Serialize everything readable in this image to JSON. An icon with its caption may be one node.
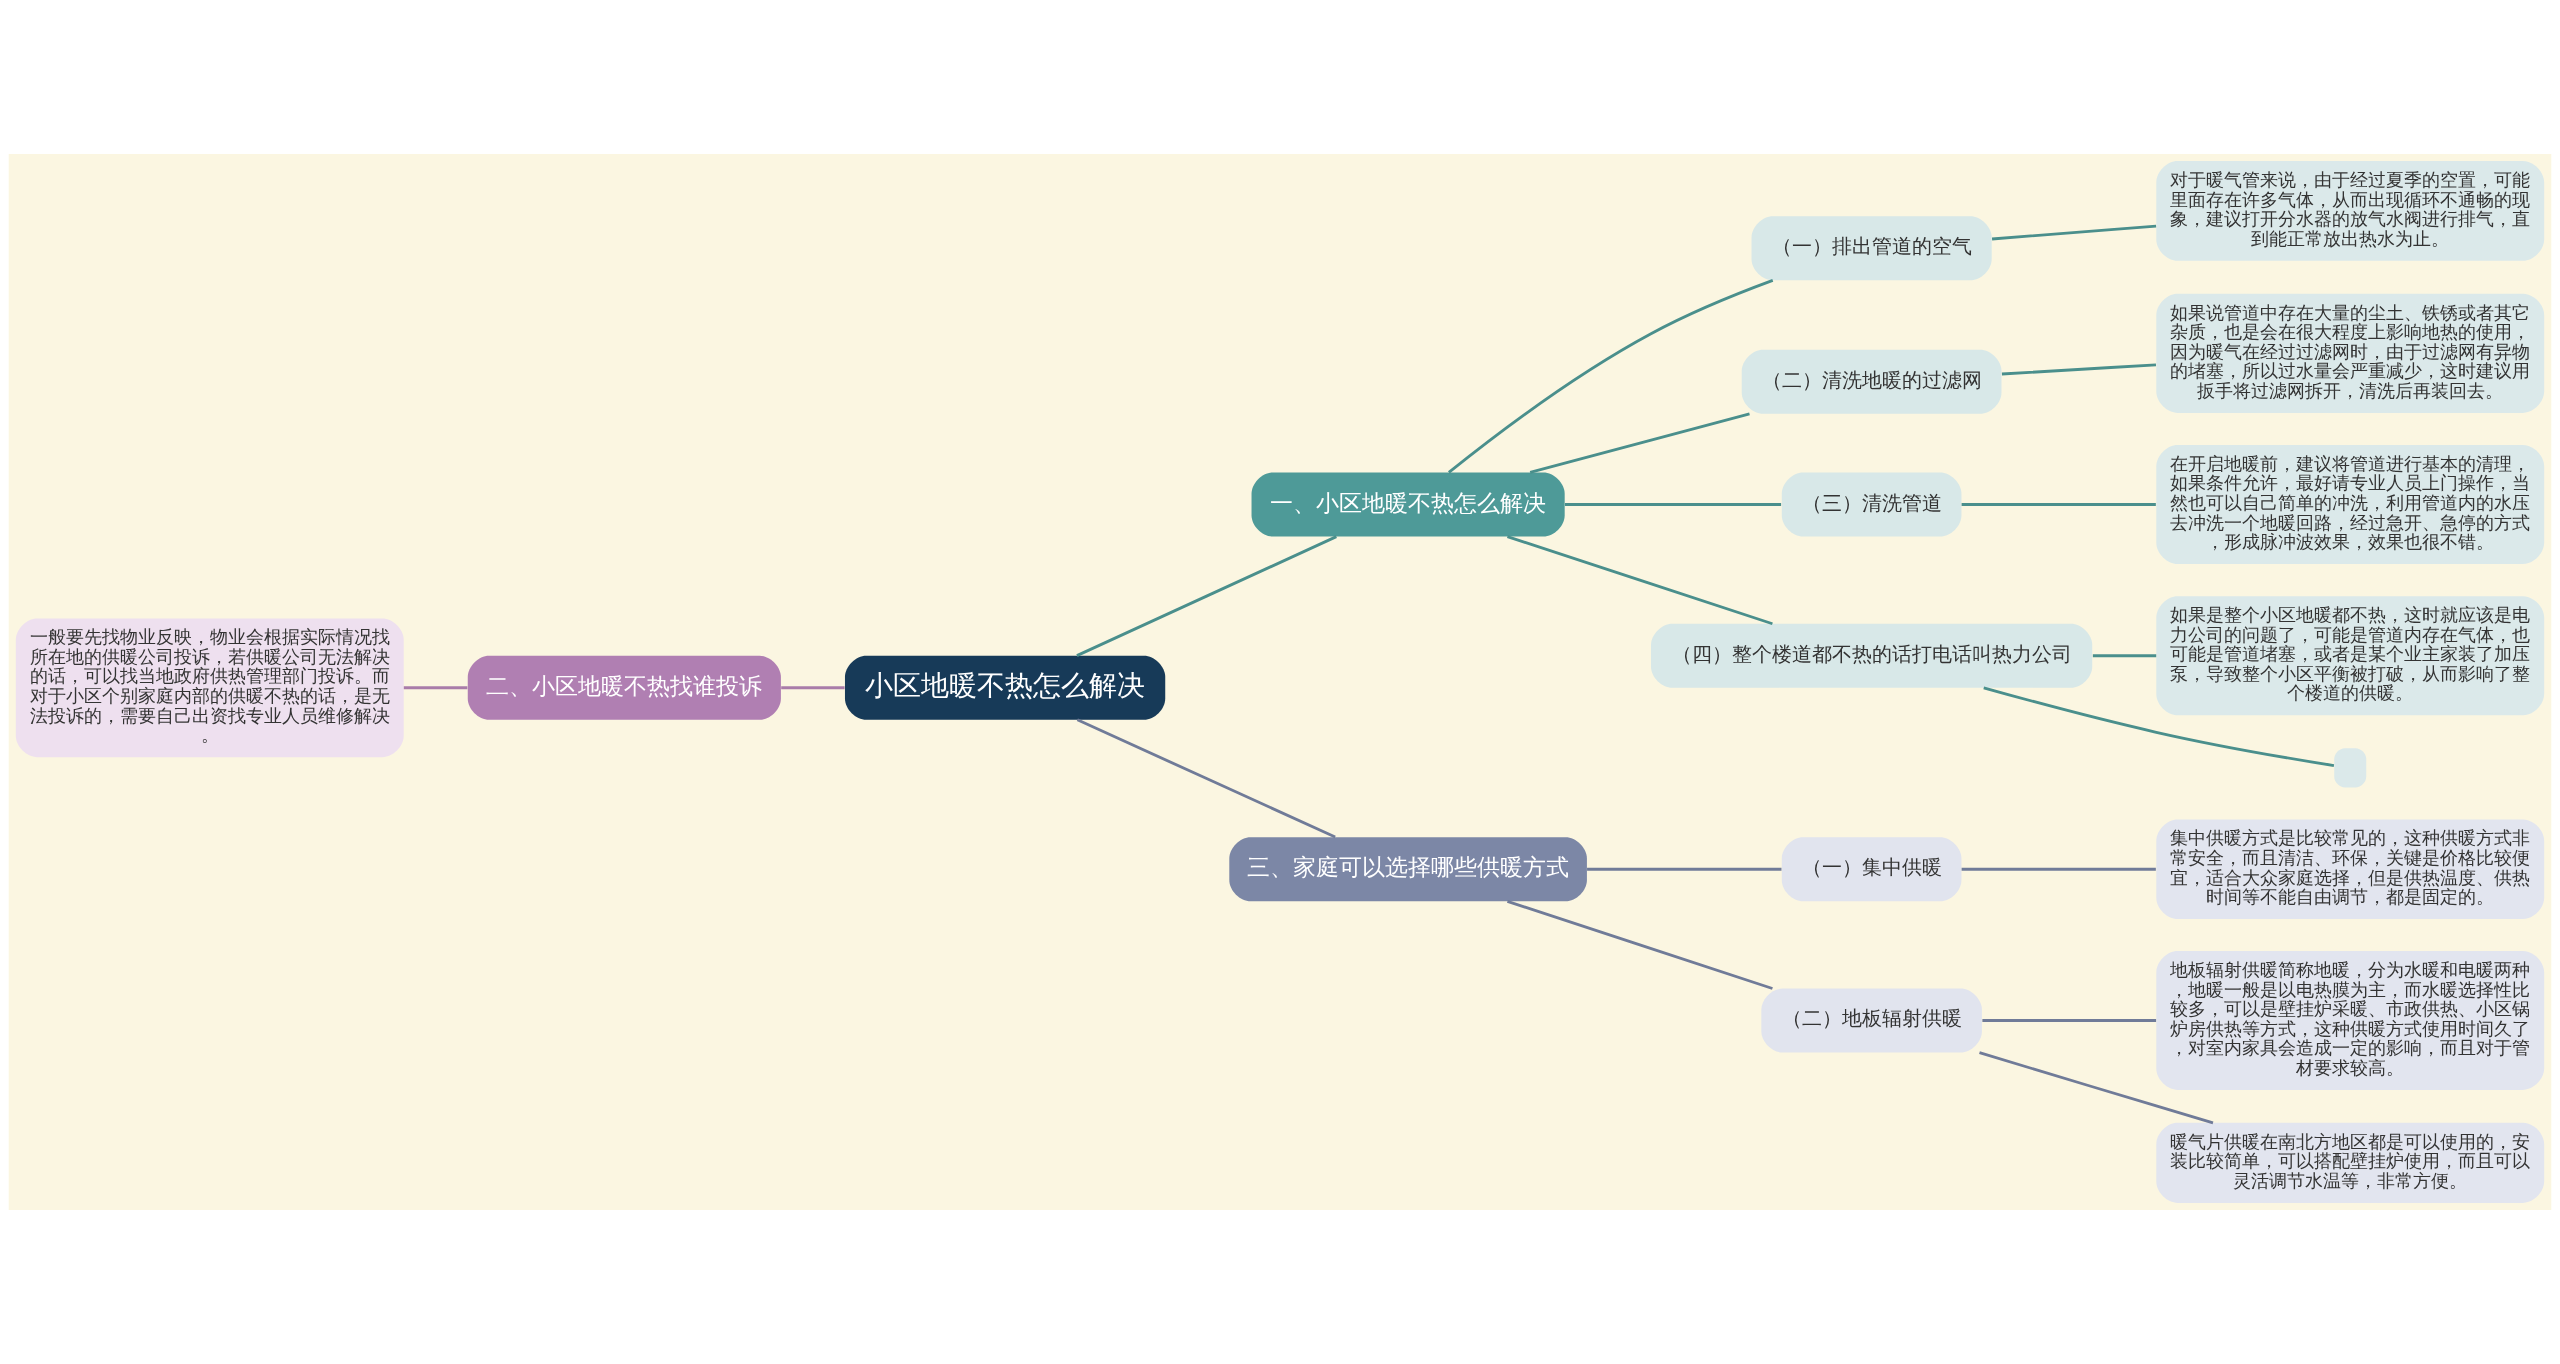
{
  "diagram": {
    "nodes": [
      {
        "text": [
          "小区地暖不热怎么解决"
        ]
      },
      {
        "text": [
          "一、小区地暖不热怎么解决"
        ]
      },
      {
        "text": [
          "（一）排出管道的空气"
        ]
      },
      {
        "text": [
          "对于暖气管来说，由于经过夏季的空置，可能里面存在许多气体，从而出现循环不通畅的现象，建议打开分水器的放气水阀进行排气，直到能正常放出热水为止。"
        ]
      },
      {
        "text": [
          "（二）清洗地暖的过滤网"
        ]
      },
      {
        "text": [
          "如果说管道中存在大量的尘土、铁锈或者其它杂质，也是会在很大程度上影响地热的使用，因为暖气在经过过滤网时，由于过滤网有异物的堵塞，所以过水量会严重减少，这时建议用扳手将过滤网拆开，清洗后再装回去。"
        ]
      },
      {
        "text": [
          "（三）清洗管道"
        ]
      },
      {
        "text": [
          "在开启地暖前，建议将管道进行基本的清理，如果条件允许，最好请专业人员上门操作，当然也可以自己简单的冲洗，利用管道内的水压去冲洗一个地暖回路，经过急开、急停的方式，形成脉冲波效果，效果也很不错。"
        ]
      },
      {
        "text": [
          "（四）整个楼道都不热的话打电话叫热力公司"
        ]
      },
      {
        "text": [
          "如果是整个小区地暖都不热，这时就应该是电力公司的问题了，可能是管道内存在气体，也可能是管道堵塞，或者是某个业主家装了加压泵，导致整个小区平衡被打破，从而影响了整个楼道的供暖。"
        ]
      },
      {
        "text": [],
        "shape": "box"
      },
      {
        "text": [
          "二、小区地暖不热找谁投诉"
        ]
      },
      {
        "text": [
          "一般要先找物业反映，物业会根据实际情况找所在地的供暖公司投诉，若供暖公司无法解决的话，可以找当地政府供热管理部门投诉。而对于小区个别家庭内部的供暖不热的话，是无法投诉的，需要自己出资找专业人员维修解决。"
        ]
      },
      {
        "text": [
          "三、家庭可以选择哪些供暖方式"
        ]
      },
      {
        "text": [
          "（一）集中供暖"
        ]
      },
      {
        "text": [
          "集中供暖方式是比较常见的，这种供暖方式非常安全，而且清洁、环保，关键是价格比较便宜，适合大众家庭选择，但是供热温度、供热时间等不能自由调节，都是固定的。"
        ]
      },
      {
        "text": [
          "（二）地板辐射供暖"
        ]
      },
      {
        "text": [
          "地板辐射供暖简称地暖，分为水暖和电暖两种，地暖一般是以电热膜为主，而水暖选择性比较多，可以是壁挂炉采暖、市政供热、小区锅炉房供热等方式，这种供暖方式使用时间久了，对室内家具会造成一定的影响，而且对于管材要求较高。"
        ]
      },
      {
        "text": [
          "暖气片供暖在南北方地区都是可以使用的，安装比较简单，可以搭配壁挂炉使用，而且可以灵活调节水温等，非常方便。"
        ]
      }
    ],
    "edges": [
      {
        "from": 0,
        "to": 1,
        "arrow": "none"
      },
      {
        "from": 1,
        "to": 2,
        "arrow": "none"
      },
      {
        "from": 2,
        "to": 3,
        "arrow": "none"
      },
      {
        "from": 1,
        "to": 4,
        "arrow": "none"
      },
      {
        "from": 4,
        "to": 5,
        "arrow": "none"
      },
      {
        "from": 1,
        "to": 6,
        "arrow": "none"
      },
      {
        "from": 6,
        "to": 7,
        "arrow": "none"
      },
      {
        "from": 1,
        "to": 8,
        "arrow": "none"
      },
      {
        "from": 8,
        "to": 9,
        "arrow": "none"
      },
      {
        "from": 8,
        "to": 10,
        "arrow": "none"
      },
      {
        "from": 11,
        "to": 0,
        "arrow": "none",
        "color": "#a97ca9"
      },
      {
        "from": 12,
        "to": 11,
        "arrow": "none",
        "color": "#a97ca9"
      },
      {
        "from": 0,
        "to": 13,
        "arrow": "none",
        "color": "#707b98"
      },
      {
        "from": 13,
        "to": 14,
        "arrow": "none",
        "color": "#707b98"
      },
      {
        "from": 14,
        "to": 15,
        "arrow": "none",
        "color": "#707b98"
      },
      {
        "from": 13,
        "to": 16,
        "arrow": "none",
        "color": "#707b98"
      },
      {
        "from": 16,
        "to": 17,
        "arrow": "none",
        "color": "#707b98"
      },
      {
        "from": 16,
        "to": 18,
        "arrow": "none",
        "color": "#707b98"
      }
    ]
  }
}
